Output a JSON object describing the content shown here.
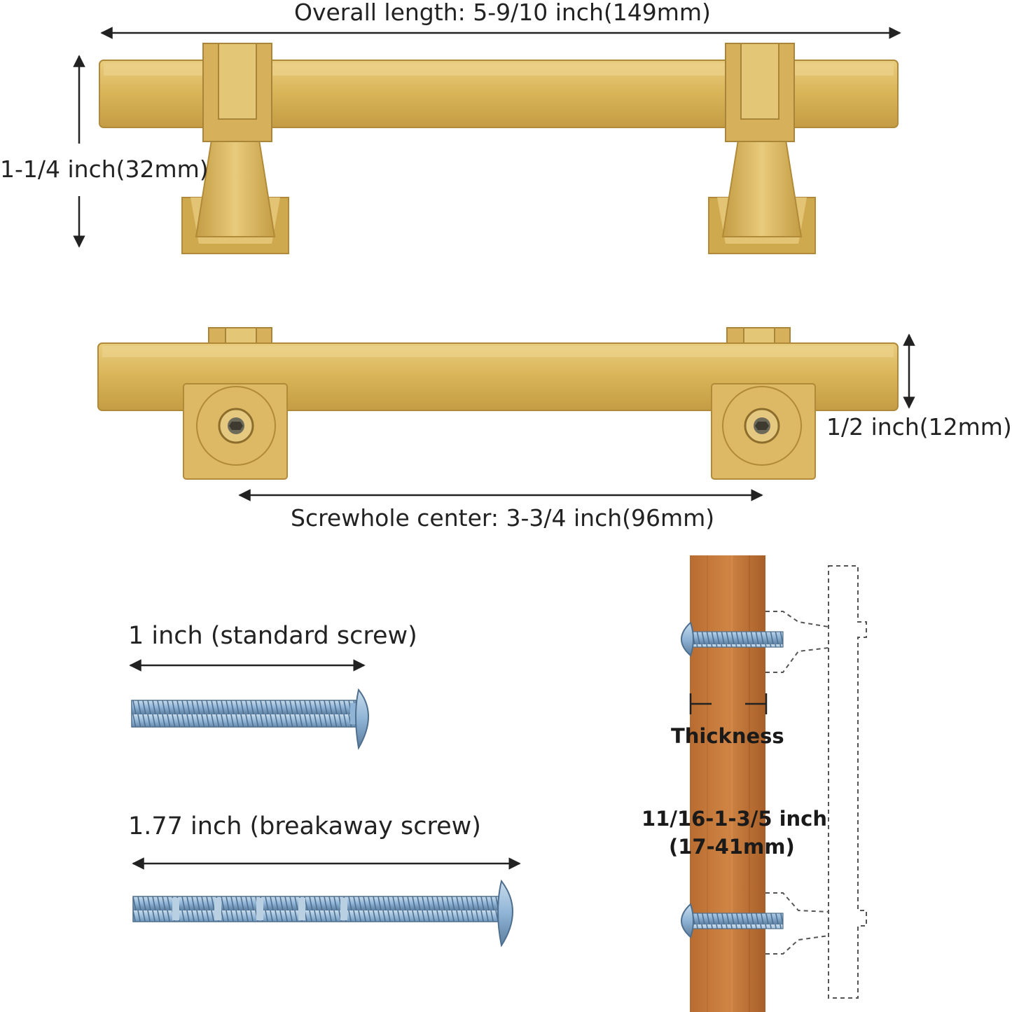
{
  "colors": {
    "brass": "#d9b457",
    "brass_dark": "#b8913a",
    "brass_light": "#ecd48f",
    "wood": "#c2763a",
    "wood_dark": "#9e5a26",
    "screw": "#8fb4d6",
    "screw_dark": "#5d7f9f",
    "arrow": "#222222"
  },
  "front_view": {
    "overall_length": "Overall length: 5-9/10 inch(149mm)",
    "height": "1-1/4 inch(32mm)"
  },
  "top_view": {
    "bar_thickness": "1/2 inch(12mm)",
    "screwhole_center": "Screwhole center: 3-3/4 inch(96mm)"
  },
  "screws": {
    "standard": "1 inch (standard screw)",
    "breakaway": "1.77 inch (breakaway screw)"
  },
  "install_diagram": {
    "thickness_label": "Thickness",
    "range_inch": "11/16-1-3/5 inch",
    "range_mm": "(17-41mm)"
  }
}
